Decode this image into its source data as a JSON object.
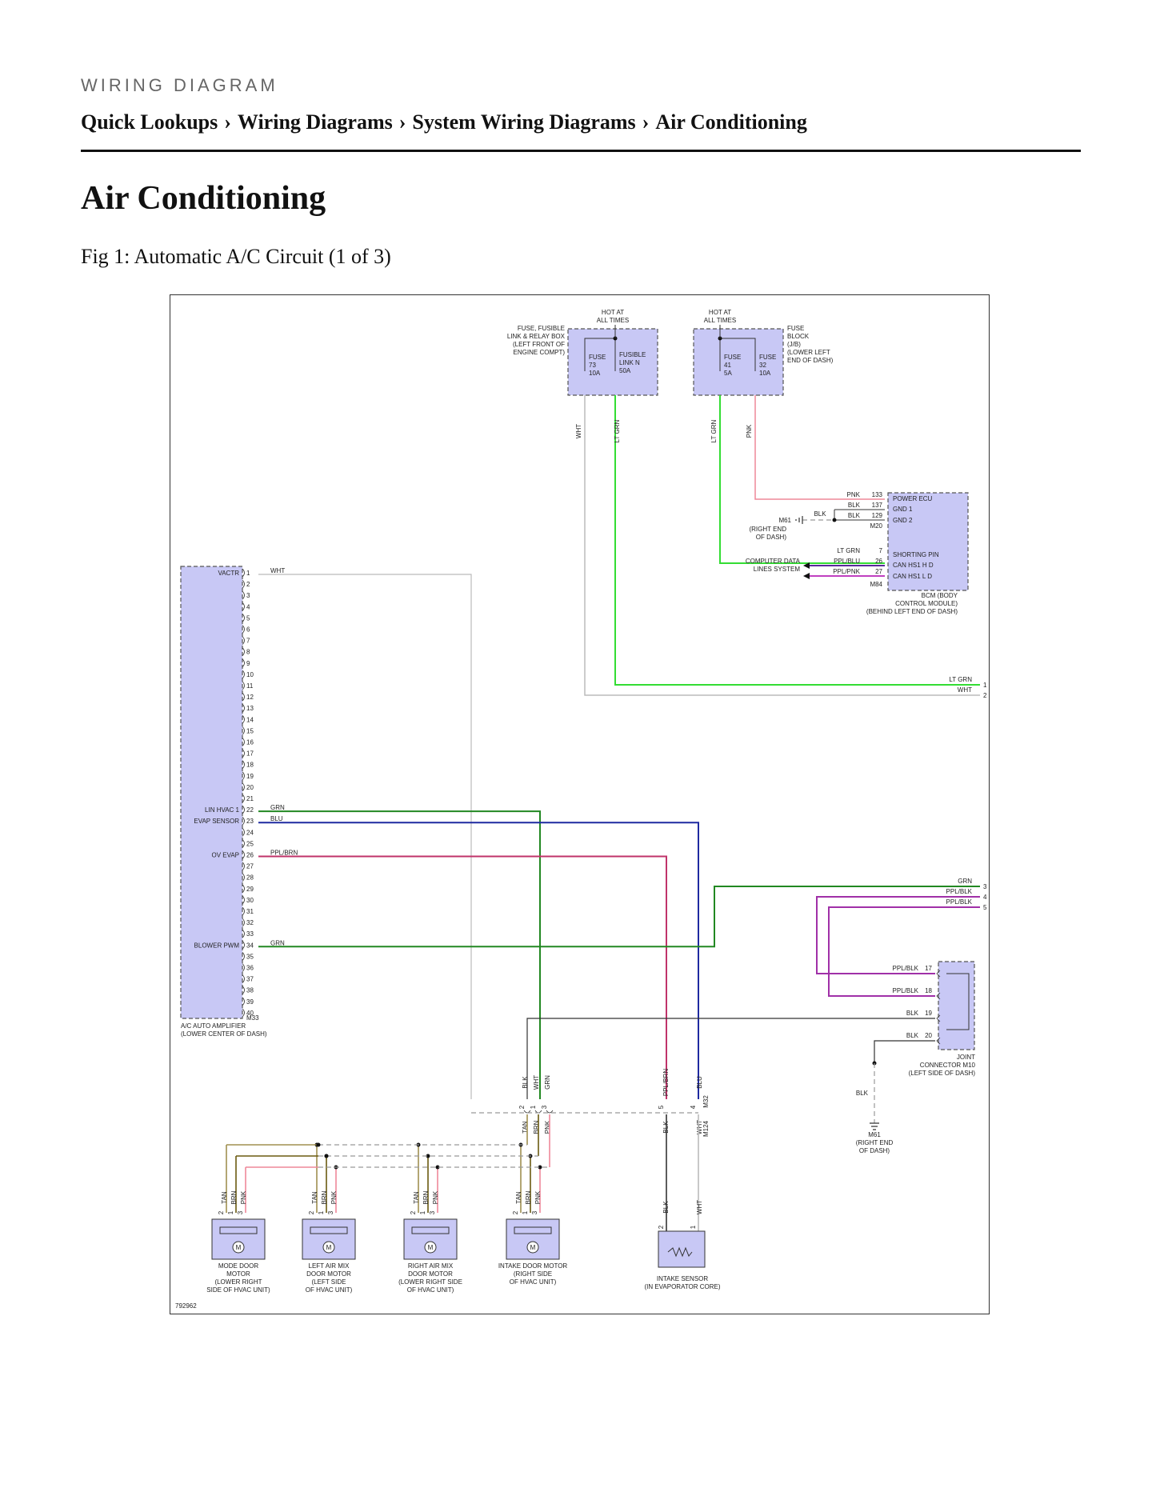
{
  "header": {
    "eyebrow": "WIRING DIAGRAM",
    "breadcrumb": [
      "Quick Lookups",
      "Wiring Diagrams",
      "System Wiring Diagrams",
      "Air Conditioning"
    ],
    "separator": "›"
  },
  "page_title": "Air Conditioning",
  "figure": {
    "caption": "Fig 1: Automatic A/C Circuit (1 of 3)",
    "figure_id": "792962"
  },
  "diagram": {
    "colors": {
      "component_fill": "#c8c8f5",
      "lt_grn": "#33dd33",
      "grn": "#228822",
      "pnk": "#ee8899",
      "blu": "#1f2aa0",
      "ppl_brn": "#c0336a",
      "ppl": "#a030a8",
      "blk": "#333333",
      "wht": "#bbbbbb",
      "tan": "#a09050",
      "brn": "#6b5a10"
    },
    "fuse_box_1": {
      "label": [
        "FUSE, FUSIBLE",
        "LINK & RELAY BOX",
        "(LEFT FRONT OF",
        "ENGINE COMPT)"
      ],
      "hot": [
        "HOT AT",
        "ALL TIMES"
      ],
      "fuse_a": [
        "FUSE",
        "73",
        "10A"
      ],
      "fuse_b": [
        "FUSIBLE",
        "LINK N",
        "50A"
      ],
      "wire_a": "WHT",
      "wire_b": "LT GRN"
    },
    "fuse_box_2": {
      "label": [
        "FUSE",
        "BLOCK",
        "(J/B)",
        "(LOWER LEFT",
        "END OF DASH)"
      ],
      "hot": [
        "HOT AT",
        "ALL TIMES"
      ],
      "fuse_a": [
        "FUSE",
        "41",
        "5A"
      ],
      "fuse_b": [
        "FUSE",
        "32",
        "10A"
      ],
      "wire_a": "LT GRN",
      "wire_b": "PNK"
    },
    "bcm": {
      "label": [
        "BCM (BODY",
        "CONTROL MODULE)",
        "(BEHIND LEFT END OF DASH)"
      ],
      "pins": [
        {
          "wire": "PNK",
          "pin": "133",
          "name": "POWER ECU"
        },
        {
          "wire": "BLK",
          "pin": "137",
          "name": "GND 1"
        },
        {
          "wire": "BLK",
          "pin": "129",
          "name": "GND 2"
        },
        {
          "wire": "LT GRN",
          "pin": "7",
          "name": "SHORTING PIN"
        },
        {
          "wire": "PPL/BLU",
          "pin": "26",
          "name": "CAN HS1 H D"
        },
        {
          "wire": "PPL/PNK",
          "pin": "27",
          "name": "CAN HS1 L D"
        }
      ],
      "connector_a": "M20",
      "connector_b": "M84",
      "ground_id": "M61",
      "ground_wire": "BLK",
      "ground_note": [
        "(RIGHT END",
        "OF DASH)"
      ],
      "data_lines": [
        "COMPUTER DATA",
        "LINES SYSTEM"
      ]
    },
    "amplifier": {
      "label": [
        "A/C AUTO AMPLIFIER",
        "(LOWER CENTER OF DASH)"
      ],
      "connector": "M33",
      "pin_count": 40,
      "named_pins": [
        {
          "pin": "1",
          "name": "VACTR",
          "wire": "WHT"
        },
        {
          "pin": "22",
          "name": "LIN HVAC 1",
          "wire": "GRN"
        },
        {
          "pin": "23",
          "name": "EVAP SENSOR",
          "wire": "BLU"
        },
        {
          "pin": "26",
          "name": "OV EVAP",
          "wire": "PPL/BRN"
        },
        {
          "pin": "34",
          "name": "BLOWER PWM",
          "wire": "GRN"
        }
      ]
    },
    "right_edge": [
      {
        "wire": "LT GRN",
        "ref": "1"
      },
      {
        "wire": "WHT",
        "ref": "2"
      },
      {
        "wire": "GRN",
        "ref": "3"
      },
      {
        "wire": "PPL/BLK",
        "ref": "4"
      },
      {
        "wire": "PPL/BLK",
        "ref": "5"
      }
    ],
    "joint": {
      "label": [
        "JOINT",
        "CONNECTOR M10",
        "(LEFT SIDE OF DASH)"
      ],
      "pins": [
        {
          "wire": "PPL/BLK",
          "pin": "17"
        },
        {
          "wire": "PPL/BLK",
          "pin": "18"
        },
        {
          "wire": "BLK",
          "pin": "19"
        },
        {
          "wire": "BLK",
          "pin": "20"
        }
      ],
      "ground_wire": "BLK",
      "ground_id": "M61",
      "ground_note": [
        "(RIGHT END",
        "OF DASH)"
      ]
    },
    "inline_connector": {
      "upper_wires": [
        "BLK",
        "WHT",
        "GRN"
      ],
      "upper_pins": [
        "2",
        "1",
        "3"
      ],
      "lower_wires": [
        "TAN",
        "BRN",
        "PNK"
      ],
      "sensor_upper_wires": [
        "PPL/BRN",
        "BLU"
      ],
      "sensor_pins": [
        "5",
        "4"
      ],
      "sensor_lower_wires": [
        "BLK",
        "WHT"
      ],
      "connector_upper": "M32",
      "connector_lower": "M124"
    },
    "motor_wires": [
      "TAN",
      "BRN",
      "PNK"
    ],
    "motor_pins": [
      "2",
      "1",
      "3"
    ],
    "motor_symbol": "M",
    "motors": [
      {
        "label": [
          "MODE DOOR",
          "MOTOR",
          "(LOWER RIGHT",
          "SIDE OF HVAC UNIT)"
        ]
      },
      {
        "label": [
          "LEFT AIR MIX",
          "DOOR MOTOR",
          "(LEFT SIDE",
          "OF HVAC UNIT)"
        ]
      },
      {
        "label": [
          "RIGHT AIR MIX",
          "DOOR MOTOR",
          "(LOWER RIGHT SIDE",
          "OF HVAC UNIT)"
        ]
      },
      {
        "label": [
          "INTAKE DOOR MOTOR",
          "(RIGHT SIDE",
          "OF HVAC UNIT)"
        ]
      }
    ],
    "sensor": {
      "label": [
        "INTAKE SENSOR",
        "(IN EVAPORATOR CORE)"
      ],
      "wires": [
        "BLK",
        "WHT"
      ],
      "pins": [
        "2",
        "1"
      ]
    }
  }
}
